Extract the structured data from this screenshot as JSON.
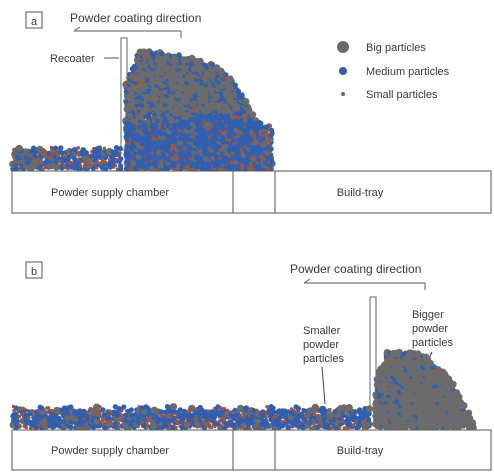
{
  "panel_a": {
    "tag": "a",
    "direction_label": "Powder coating direction",
    "recoater_label": "Recoater",
    "supply_label": "Powder supply chamber",
    "tray_label": "Build-tray",
    "legend": [
      {
        "label": "Big particles",
        "color": "#6b6b6b"
      },
      {
        "label": "Medium particles",
        "color": "#2f5fb0"
      },
      {
        "label": "Small particles",
        "color": "#a0553c"
      }
    ]
  },
  "panel_b": {
    "tag": "b",
    "direction_label": "Powder coating direction",
    "smaller_label": [
      "Smaller",
      "powder",
      "particles"
    ],
    "bigger_label": [
      "Bigger",
      "powder",
      "particles"
    ],
    "supply_label": "Powder supply chamber",
    "tray_label": "Build-tray"
  },
  "colors": {
    "big": "#6b6b6b",
    "medium": "#2f5fb0",
    "small": "#a0553c",
    "outline": "#555555"
  }
}
